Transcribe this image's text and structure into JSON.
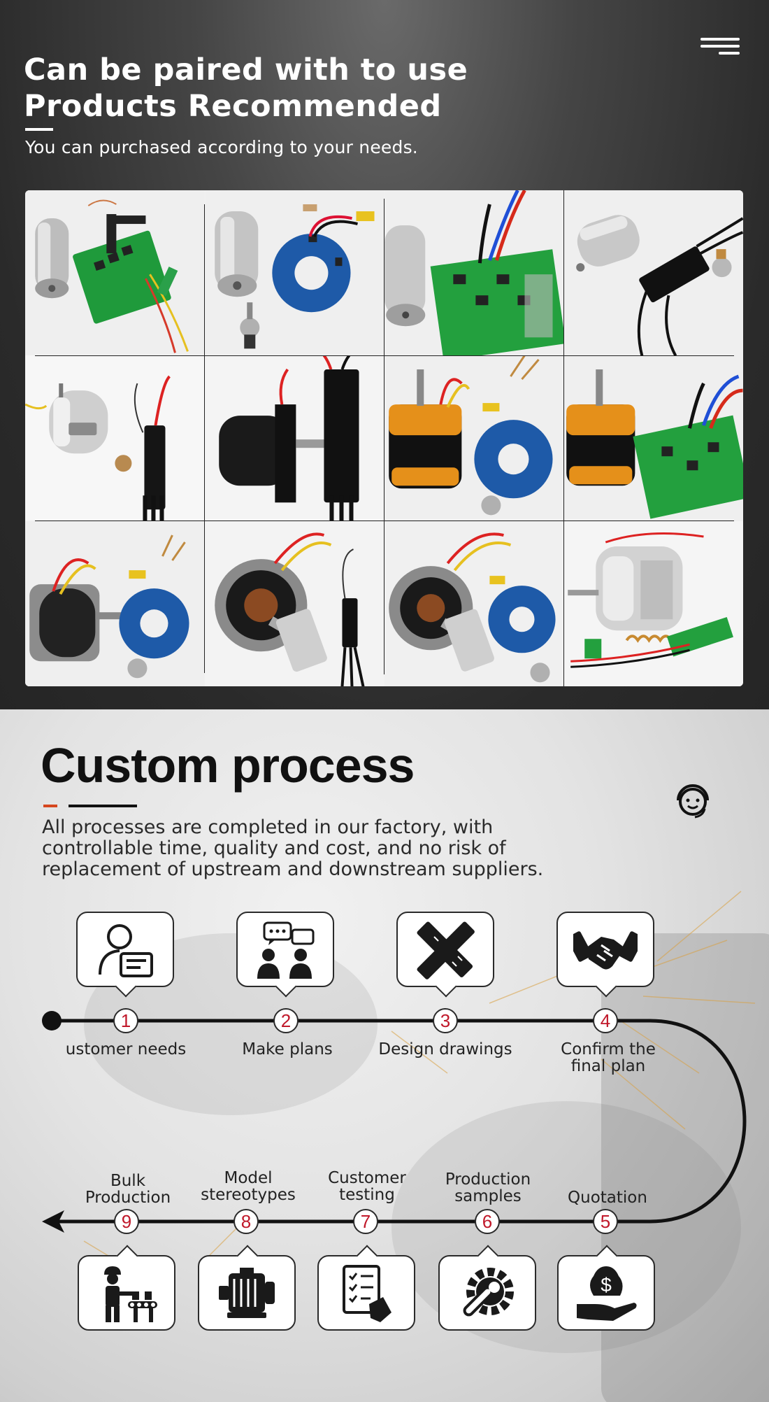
{
  "header": {
    "menu_icon": "hamburger-menu-icon",
    "title_line1": "Can be paired with to use",
    "title_line2": "Products Recommended",
    "subtitle": "You can purchased according to your needs."
  },
  "products": [
    {
      "name": "coreless motor with controller board"
    },
    {
      "name": "coreless motor with ring driver board"
    },
    {
      "name": "coreless motor with green driver board"
    },
    {
      "name": "coreless motor with ESC"
    },
    {
      "name": "brushed motor with ESC"
    },
    {
      "name": "outrunner motor with ESC"
    },
    {
      "name": "orange outrunner with ring driver"
    },
    {
      "name": "orange outrunner with green driver"
    },
    {
      "name": "grey motor with ring driver"
    },
    {
      "name": "gimbal motor with ESC"
    },
    {
      "name": "gimbal motor with ring driver"
    },
    {
      "name": "brushed motor with coil board"
    }
  ],
  "process": {
    "title": "Custom process",
    "support_icon": "customer-service-icon",
    "description_lines": [
      "All processes are completed in our factory, with",
      "controllable time, quality and cost, and no risk of",
      "replacement of upstream and downstream suppliers."
    ],
    "steps": [
      {
        "num": "1",
        "label_lines": [
          "ustomer needs"
        ],
        "icon": "customer-profile-icon"
      },
      {
        "num": "2",
        "label_lines": [
          "Make plans"
        ],
        "icon": "discussion-icon"
      },
      {
        "num": "3",
        "label_lines": [
          "Design drawings"
        ],
        "icon": "pencil-ruler-icon"
      },
      {
        "num": "4",
        "label_lines": [
          "Confirm the",
          "final plan"
        ],
        "icon": "handshake-icon"
      },
      {
        "num": "5",
        "label_lines": [
          "Quotation"
        ],
        "icon": "money-hand-icon"
      },
      {
        "num": "6",
        "label_lines": [
          "Production",
          "samples"
        ],
        "icon": "gear-wrench-icon"
      },
      {
        "num": "7",
        "label_lines": [
          "Customer",
          "testing"
        ],
        "icon": "checklist-icon"
      },
      {
        "num": "8",
        "label_lines": [
          "Model",
          "stereotypes"
        ],
        "icon": "motor-icon"
      },
      {
        "num": "9",
        "label_lines": [
          "Bulk",
          "Production"
        ],
        "icon": "factory-worker-icon"
      }
    ]
  },
  "colors": {
    "accent_red": "#d6461e",
    "number_red": "#c0182a",
    "line_dark": "#111111"
  }
}
